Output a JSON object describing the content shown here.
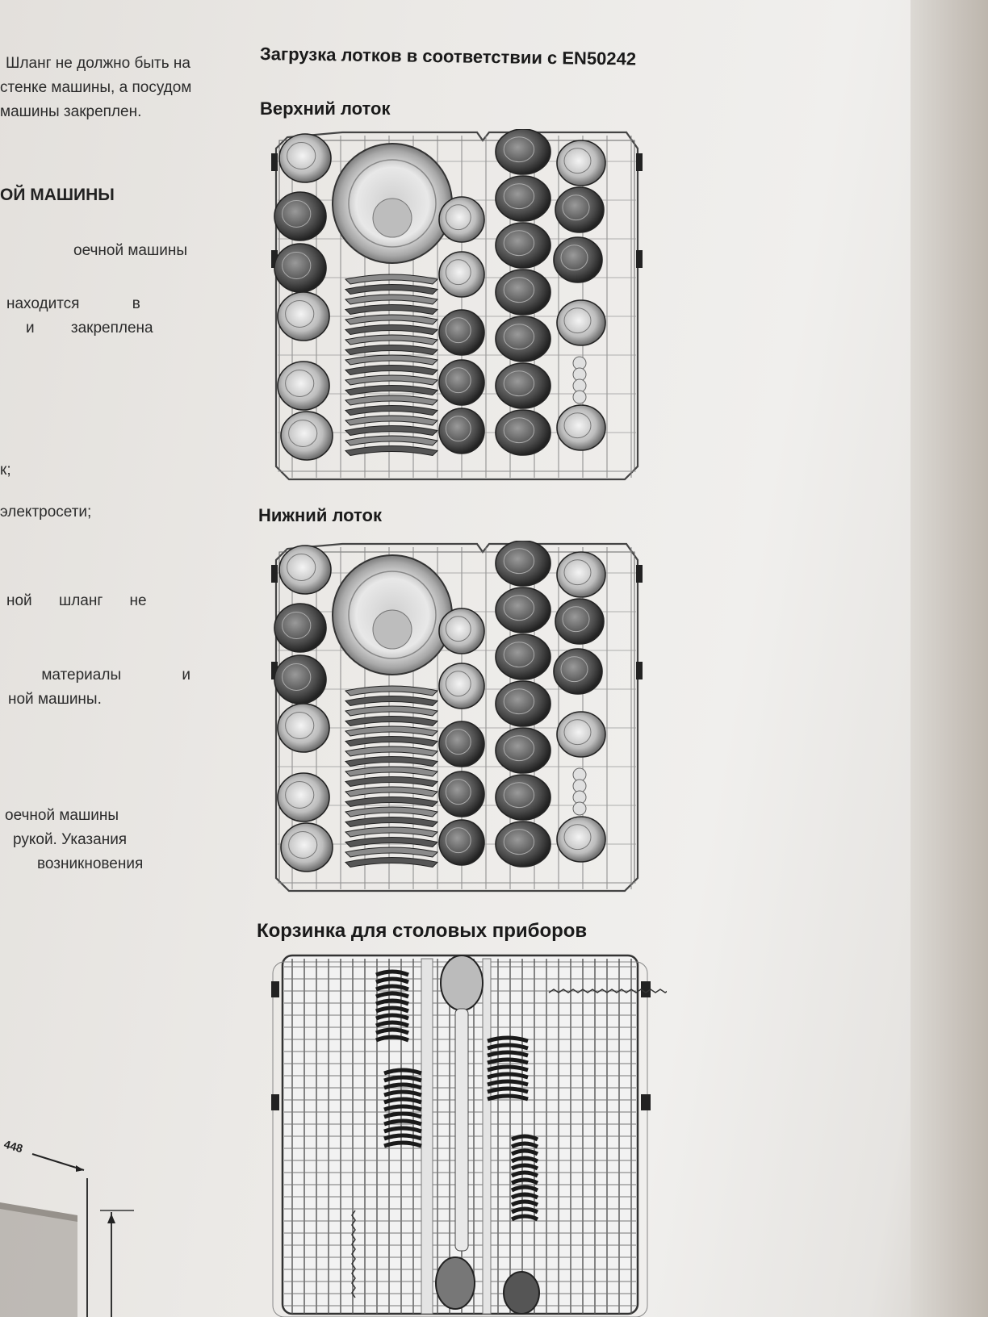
{
  "page": {
    "main_title": "Загрузка лотков в соответствии с EN50242",
    "upper_tray_label": "Верхний лоток",
    "lower_tray_label": "Нижний лоток",
    "cutlery_basket_label": "Корзинка для столовых приборов"
  },
  "left_column": {
    "lines_1": [
      "Шланг не должно быть на",
      "стенке машины, а посудомоечной",
      "машины закреплен."
    ],
    "heading": "ОЙ МАШИНЫ",
    "lines_2": [
      "оечной машины",
      "находится в",
      "и закреплена"
    ],
    "line_3": "к;",
    "line_4": "электросети;",
    "line_5": "ной шланг не",
    "lines_6": [
      "материалы и",
      "ной машины."
    ],
    "lines_7": [
      "оечной машины",
      "рукой. Указания",
      "возникновения"
    ]
  },
  "drawing": {
    "dimension_label": "448"
  }
}
